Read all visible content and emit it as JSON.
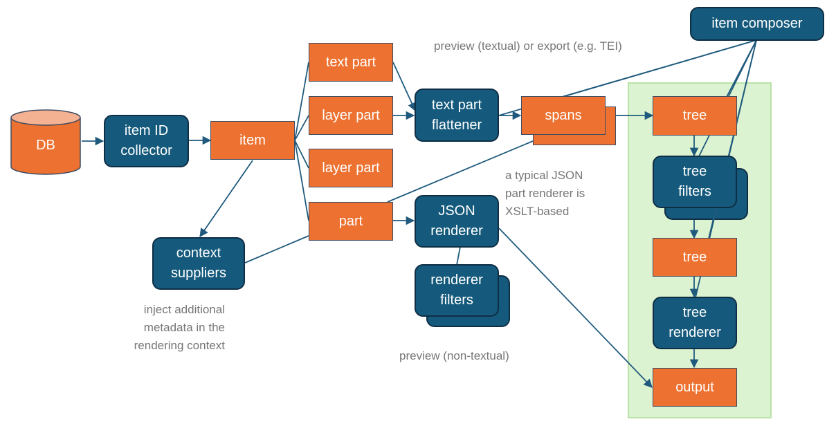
{
  "nodes": {
    "db": "DB",
    "item_id_collector": "item ID\ncollector",
    "item": "item",
    "context_suppliers": "context\nsuppliers",
    "text_part": "text part",
    "layer_part_1": "layer part",
    "layer_part_2": "layer part",
    "part": "part",
    "text_part_flattener": "text part\nflattener",
    "json_renderer": "JSON\nrenderer",
    "renderer_filters": "renderer\nfilters",
    "spans": "spans",
    "item_composer": "item composer",
    "tree_1": "tree",
    "tree_filters": "tree\nfilters",
    "tree_2": "tree",
    "tree_renderer": "tree\nrenderer",
    "output": "output"
  },
  "notes": {
    "preview_textual": "preview (textual) or export (e.g. TEI)",
    "json_renderer_note": "a typical JSON\npart renderer is\nXSLT-based",
    "inject_note": "inject additional\nmetadata in the\nrendering context",
    "preview_non_textual": "preview (non-textual)"
  },
  "colors": {
    "orange": "#ed7130",
    "blue": "#155a7c",
    "connector": "#1f5a7d",
    "green_zone": "#dcf3d1",
    "note_text": "#767676"
  }
}
